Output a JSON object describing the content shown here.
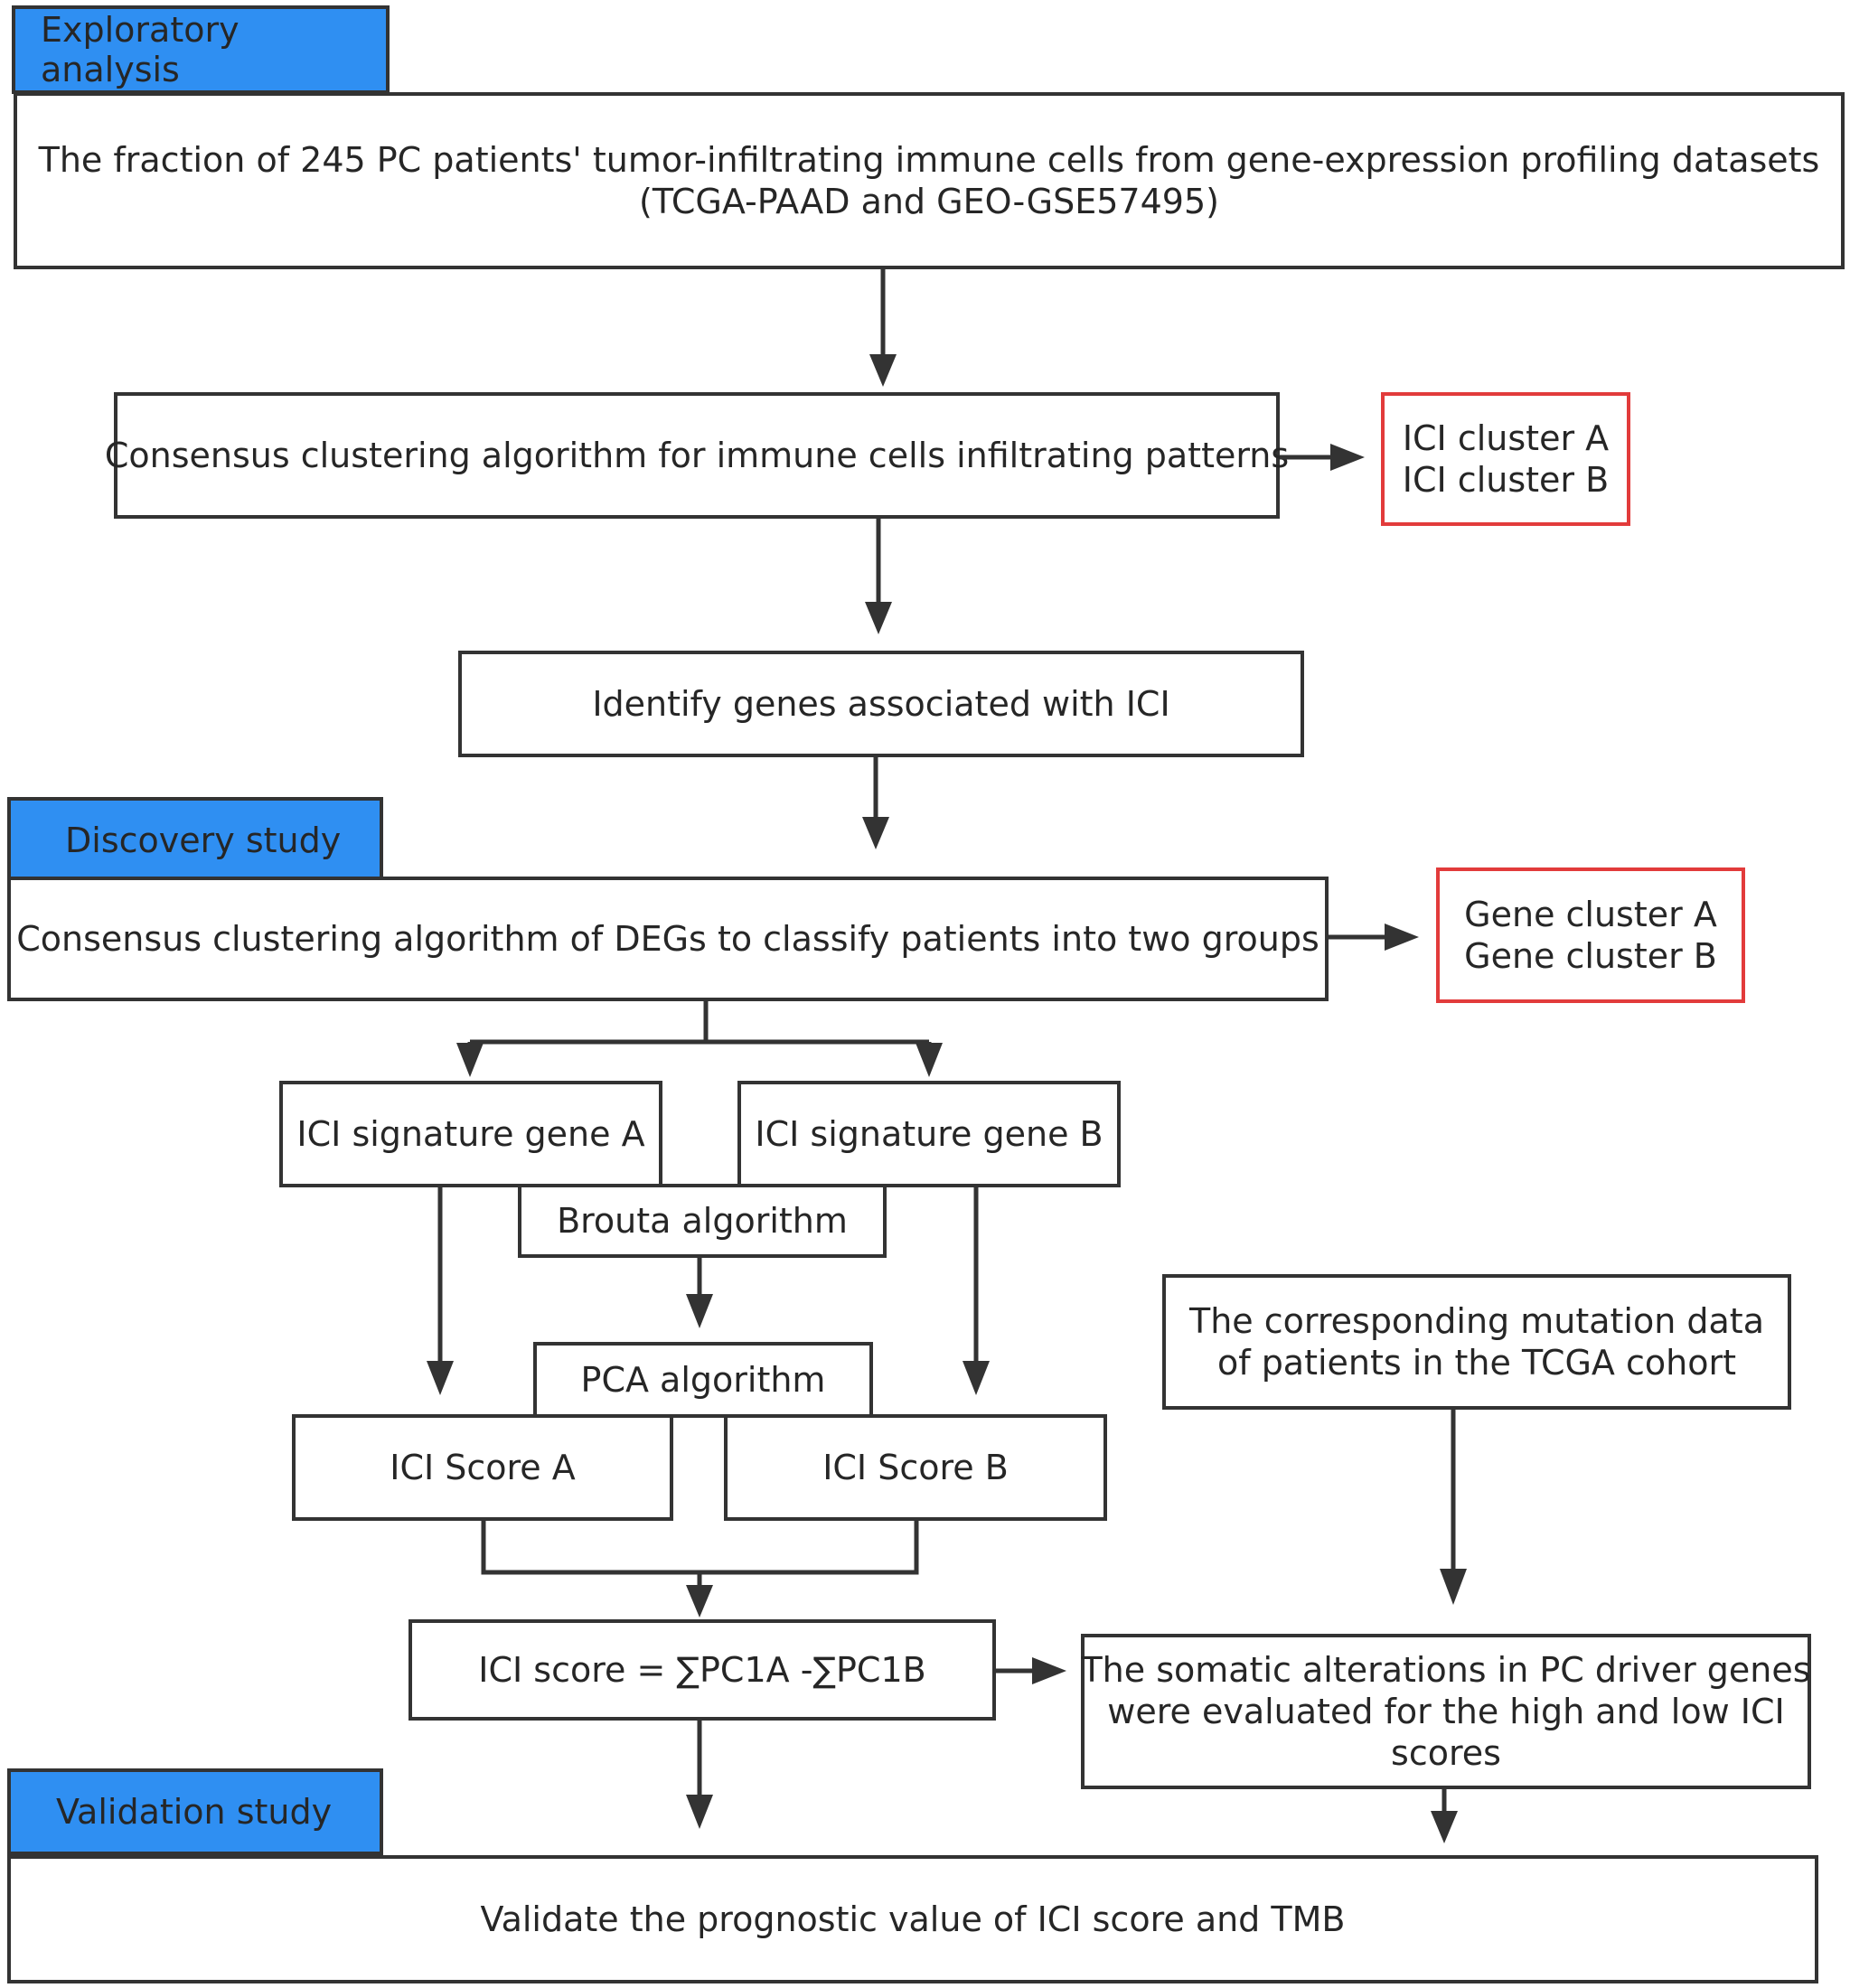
{
  "sections": {
    "exploratory": "Exploratory analysis",
    "discovery": "Discovery study",
    "validation": "Validation study"
  },
  "nodes": {
    "fraction_line1": "The fraction of 245 PC patients' tumor-infiltrating immune cells from gene-expression profiling datasets",
    "fraction_line2": "(TCGA-PAAD  and  GEO-GSE57495)",
    "consensus_immune": "Consensus clustering algorithm for immune cells infiltrating patterns",
    "ici_cluster_a": "ICI cluster A",
    "ici_cluster_b": "ICI cluster B",
    "identify_genes": "Identify genes associated with ICI",
    "consensus_degs": "Consensus clustering algorithm of DEGs to classify patients  into two groups",
    "gene_cluster_a": "Gene cluster A",
    "gene_cluster_b": "Gene cluster B",
    "sig_gene_a": "ICI signature gene A",
    "sig_gene_b": "ICI signature gene B",
    "brouta": "Brouta algorithm",
    "pca": "PCA algorithm",
    "score_a": "ICI Score A",
    "score_b": "ICI Score B",
    "mutation_line1": "The corresponding mutation data",
    "mutation_line2": "of patients in the TCGA cohort",
    "ici_formula": "ICI score = ∑PC1A -∑PC1B",
    "somatic_line1": "The somatic alterations in PC driver genes",
    "somatic_line2": "were evaluated for the high and low ICI",
    "somatic_line3": "scores",
    "validate": "Validate the prognostic value of ICI score and TMB"
  },
  "colors": {
    "section_tag": "#2f8ff2",
    "highlight_border": "#e23b3b",
    "line": "#333333"
  }
}
